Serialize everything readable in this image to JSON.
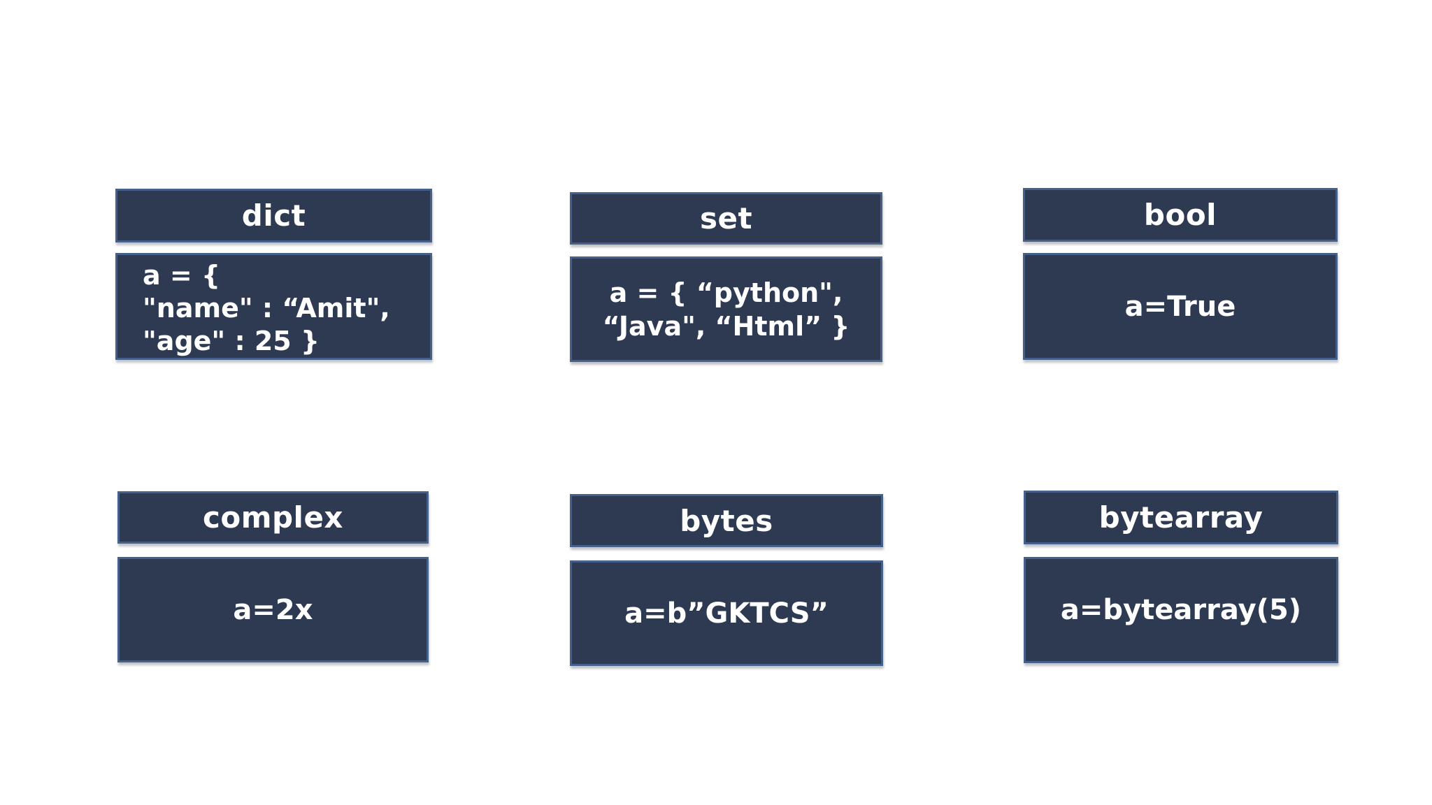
{
  "page": {
    "background_color": "#ffffff",
    "box_fill_color": "#2d3a52",
    "box_border_color": "#46608c",
    "text_color": "#ffffff"
  },
  "cards": [
    {
      "id": "dict",
      "title": "dict",
      "code_lines": [
        "a = {",
        "\"name\" : “Amit\",",
        "\"age\" : 25 }"
      ]
    },
    {
      "id": "set",
      "title": "set",
      "code_lines": [
        "a = { “python\",",
        "“Java\", “Html” }"
      ]
    },
    {
      "id": "bool",
      "title": "bool",
      "code_lines": [
        "a=True"
      ]
    },
    {
      "id": "complex",
      "title": "complex",
      "code_lines": [
        "a=2x"
      ]
    },
    {
      "id": "bytes",
      "title": "bytes",
      "code_lines": [
        "a=b”GKTCS”"
      ]
    },
    {
      "id": "bytearray",
      "title": "bytearray",
      "code_lines": [
        "a=bytearray(5)"
      ]
    }
  ]
}
